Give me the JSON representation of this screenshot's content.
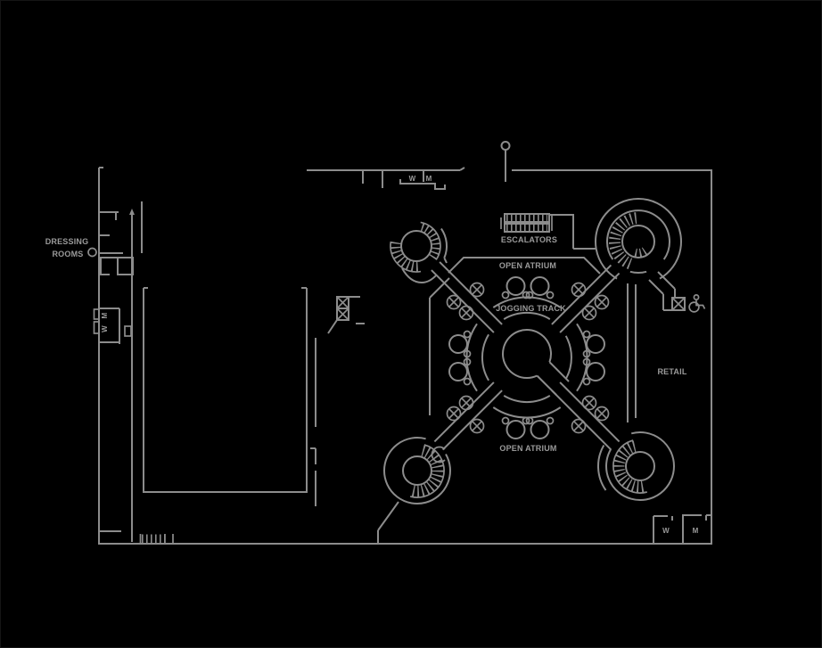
{
  "plan": {
    "colors": {
      "background": "#000000",
      "line": "#8c8c8c",
      "text": "#9a9a9a"
    },
    "labels": {
      "dressing_rooms_line1": "DRESSING",
      "dressing_rooms_line2": "ROOMS",
      "restroom_left_men": "M",
      "restroom_left_women": "W",
      "restroom_top_women": "W",
      "restroom_top_men": "M",
      "escalators": "ESCALATORS",
      "open_atrium_top": "OPEN ATRIUM",
      "jogging_track": "JOGGING TRACK",
      "retail": "RETAIL",
      "open_atrium_bottom": "OPEN ATRIUM",
      "restroom_bottom_women": "W",
      "restroom_bottom_men": "M"
    },
    "icons": {
      "wheelchair": "wheelchair-accessible-icon",
      "elevator": "elevator-shaft-icon",
      "escalator": "escalator-icon",
      "spiral_stair": "spiral-stair-icon",
      "column": "structural-column-icon",
      "entry_marker": "entry-pole-marker-icon",
      "stair": "small-stair-icon"
    }
  }
}
